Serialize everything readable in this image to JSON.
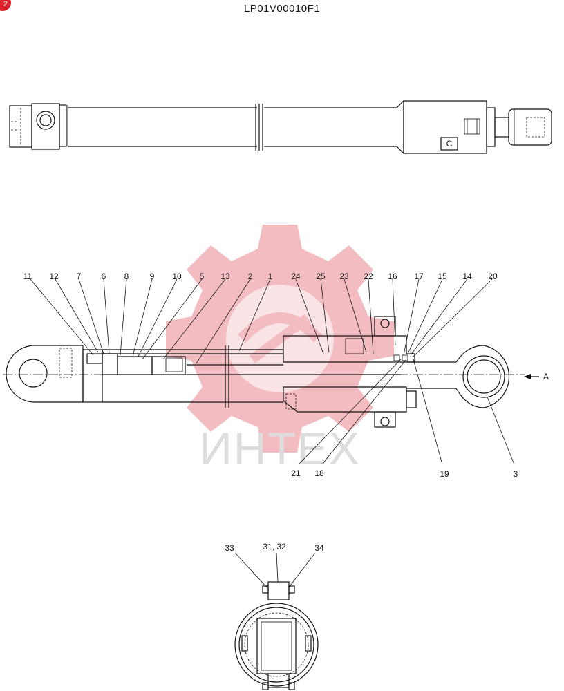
{
  "document": {
    "code": "LP01V00010F1",
    "badge": "2"
  },
  "watermark": {
    "text": "ИНТЕХ",
    "color": "#f2b7bb"
  },
  "callouts": {
    "top_row": [
      "11",
      "12",
      "7",
      "6",
      "8",
      "9",
      "10",
      "5",
      "13",
      "2",
      "1",
      "24",
      "25",
      "23",
      "22",
      "16",
      "17",
      "15",
      "14",
      "20"
    ],
    "bottom_row": [
      "21",
      "18",
      "19",
      "3"
    ],
    "view_arrow": "A",
    "side_marker": "C",
    "detail_view": [
      "33",
      "31, 32",
      "34"
    ]
  }
}
